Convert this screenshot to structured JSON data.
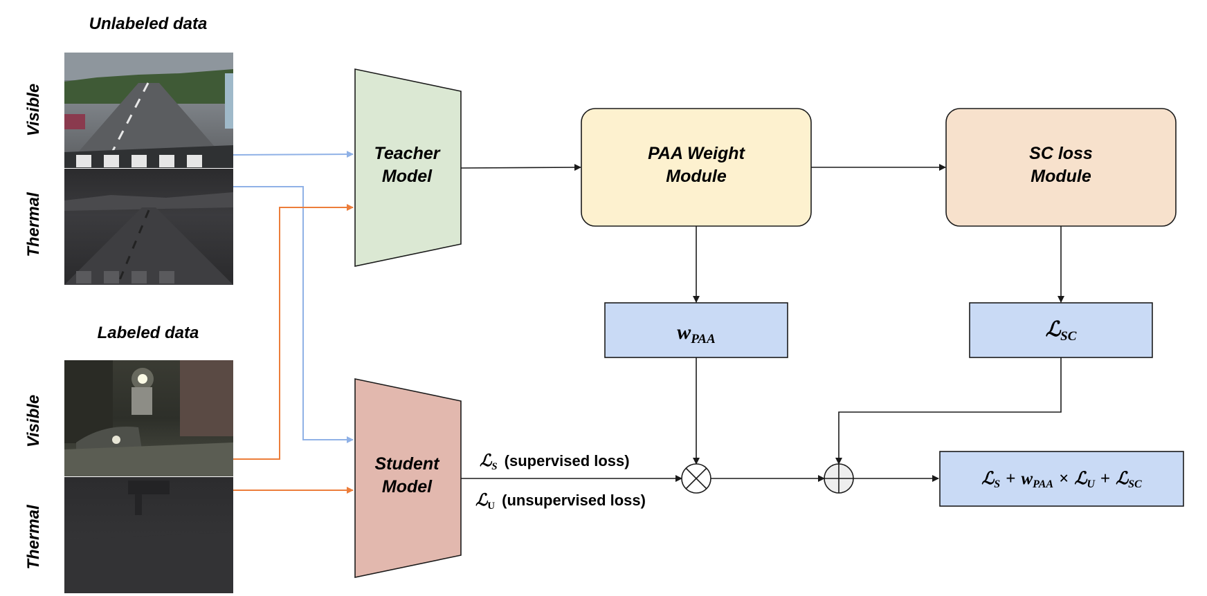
{
  "data_groups": {
    "unlabeled": {
      "title": "Unlabeled data",
      "visible_label": "Visible",
      "thermal_label": "Thermal"
    },
    "labeled": {
      "title": "Labeled data",
      "visible_label": "Visible",
      "thermal_label": "Thermal"
    }
  },
  "models": {
    "teacher": {
      "line1": "Teacher",
      "line2": "Model"
    },
    "student": {
      "line1": "Student",
      "line2": "Model"
    }
  },
  "modules": {
    "paa": {
      "line1": "PAA Weight",
      "line2": "Module"
    },
    "sc": {
      "line1": "SC loss",
      "line2": "Module"
    }
  },
  "outputs": {
    "w_paa": {
      "symbol": "w",
      "sub": "PAA"
    },
    "l_sc": {
      "symbol": "ℒ",
      "sub": "SC"
    }
  },
  "losses": {
    "supervised": {
      "symbol": "ℒ",
      "sub": "S",
      "text": "(supervised loss)"
    },
    "unsupervised": {
      "symbol": "ℒ",
      "sub": "U",
      "text": "(unsupervised loss)"
    }
  },
  "total_loss": {
    "t1": "ℒ",
    "t1_sub": "S",
    "op1": "+",
    "t2": "w",
    "t2_sub": "PAA",
    "op2": "×",
    "t3": "ℒ",
    "t3_sub": "U",
    "op3": "+",
    "t4": "ℒ",
    "t4_sub": "SC"
  },
  "colors": {
    "teacher_fill": "#dbe8d3",
    "student_fill": "#e2b8ae",
    "paa_fill": "#fdf1cf",
    "sc_fill": "#f7e1cc",
    "output_fill": "#c9daf5",
    "unlabeled_arrow": "#8fb1e6",
    "labeled_arrow": "#ec7d3a",
    "line": "#1a1a1a"
  }
}
